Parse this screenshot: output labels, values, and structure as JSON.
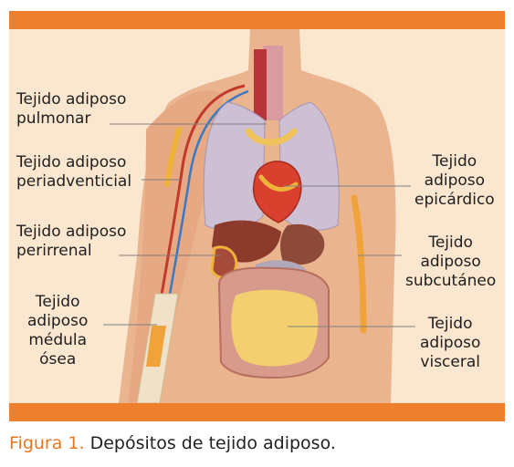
{
  "colors": {
    "accent_bar": "#ee7f2d",
    "panel_background": "#fbe6cf",
    "figure_label": "#e87722",
    "skin": "#eab48f",
    "adipose_tissue": "#f0b33a"
  },
  "labels": {
    "pulmonar": [
      "Tejido adiposo",
      "pulmonar"
    ],
    "periadventicial": [
      "Tejido adiposo",
      "periadventicial"
    ],
    "perirrenal": [
      "Tejido adiposo",
      "perirrenal"
    ],
    "medula": [
      "Tejido",
      "adiposo",
      "médula",
      "ósea"
    ],
    "epicardico": [
      "Tejido",
      "adiposo",
      "epicárdico"
    ],
    "subcutaneo": [
      "Tejido",
      "adiposo",
      "subcutáneo"
    ],
    "visceral": [
      "Tejido",
      "adiposo",
      "visceral"
    ]
  },
  "caption": {
    "figure_label": "Figura 1",
    "separator": ".",
    "text": " Depósitos de tejido adiposo."
  }
}
